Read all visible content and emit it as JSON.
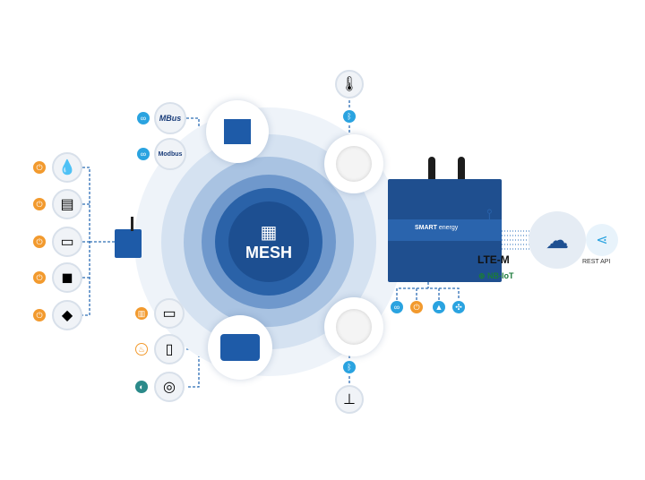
{
  "center": {
    "label": "MESH"
  },
  "protocols": {
    "mbus": "MBus",
    "modbus": "Modbus"
  },
  "gateway": {
    "brand": "SMART",
    "brand2": "energy"
  },
  "connectivity": {
    "lte": "LTE-M",
    "nbiot": "NB-IoT"
  },
  "cloud": {
    "rest_label": "REST API"
  },
  "colors": {
    "mesh": "#1d4f91",
    "device": "#1e5ba8",
    "accent_blue": "#2aa3e0",
    "accent_orange": "#f29a2e"
  }
}
